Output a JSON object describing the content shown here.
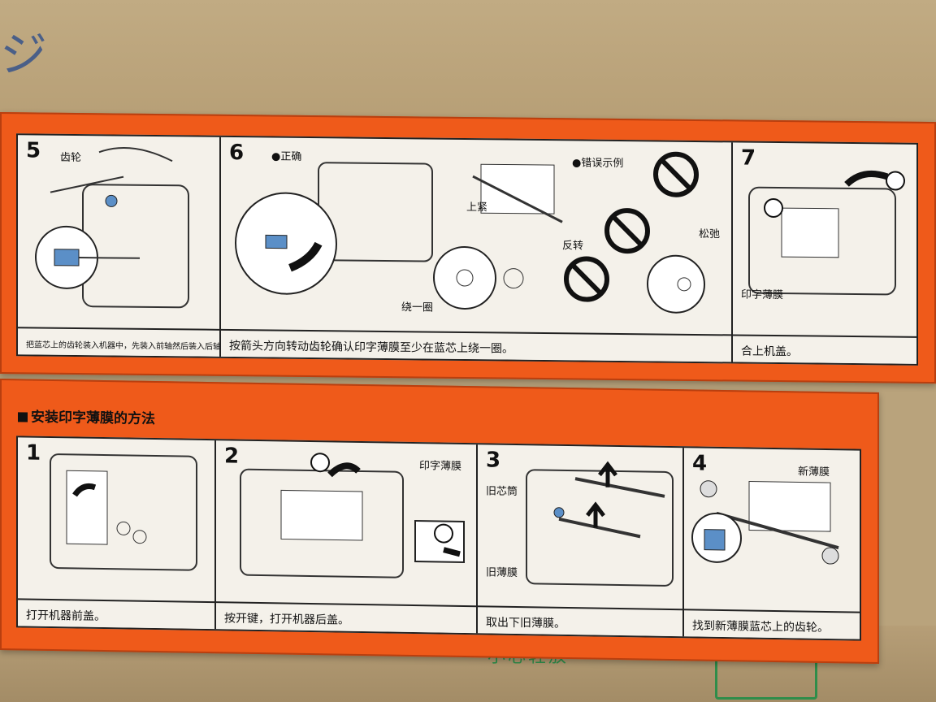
{
  "top_box": {
    "steps": [
      {
        "number": "5",
        "labels": [
          "齿轮"
        ],
        "caption": "把蓝芯上的齿轮装入机器中，先装入前轴然后装入后轴。"
      },
      {
        "number": "6",
        "labels": [
          "●正确",
          "●错误示例",
          "上紧",
          "反转",
          "松弛",
          "绕一圈"
        ],
        "caption": "按箭头方向转动齿轮确认印字薄膜至少在蓝芯上绕一圈。"
      },
      {
        "number": "7",
        "labels": [
          "印字薄膜"
        ],
        "caption": "合上机盖。"
      }
    ]
  },
  "bottom_box": {
    "section_title": "安装印字薄膜的方法",
    "steps": [
      {
        "number": "1",
        "labels": [],
        "caption": "打开机器前盖。"
      },
      {
        "number": "2",
        "labels": [
          "印字薄膜"
        ],
        "caption": "按开键，打开机器后盖。"
      },
      {
        "number": "3",
        "labels": [
          "旧芯筒",
          "旧薄膜"
        ],
        "caption": "取出下旧薄膜。"
      },
      {
        "number": "4",
        "labels": [
          "新薄膜"
        ],
        "caption": "找到新薄膜蓝芯上的齿轮。"
      }
    ]
  },
  "background": {
    "top_text": "ジ",
    "bottom_text": "小心轻放"
  },
  "colors": {
    "box_orange": "#ef5a1a",
    "panel": "#f4f1ea",
    "ink": "#111111",
    "accent_blue": "#5b8fc7"
  }
}
